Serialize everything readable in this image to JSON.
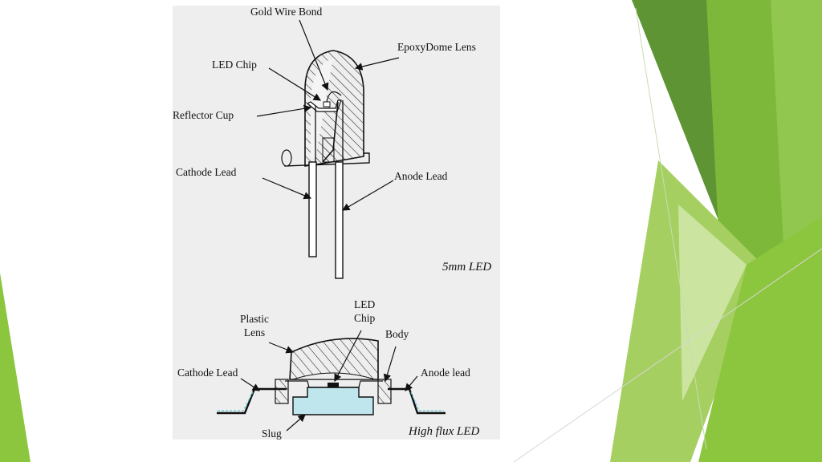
{
  "slide": {
    "accent_dark": "#5e9434",
    "accent_mid": "#7db83a",
    "accent_light": "#a6cf62",
    "accent_pale": "#d4e8b0"
  },
  "figure": {
    "led5mm": {
      "caption": "5mm LED",
      "labels": {
        "gold_wire_bond": "Gold Wire Bond",
        "epoxy_dome_lens": "EpoxyDome  Lens",
        "led_chip": "LED Chip",
        "reflector_cup": "Reflector Cup",
        "cathode_lead": "Cathode Lead",
        "anode_lead": "Anode Lead"
      }
    },
    "highflux": {
      "caption": "High flux LED",
      "labels": {
        "plastic_lens": "Plastic\nLens",
        "led_chip": "LED\nChip",
        "body": "Body",
        "cathode_lead": "Cathode Lead",
        "anode_lead": "Anode lead",
        "slug": "Slug"
      }
    }
  }
}
